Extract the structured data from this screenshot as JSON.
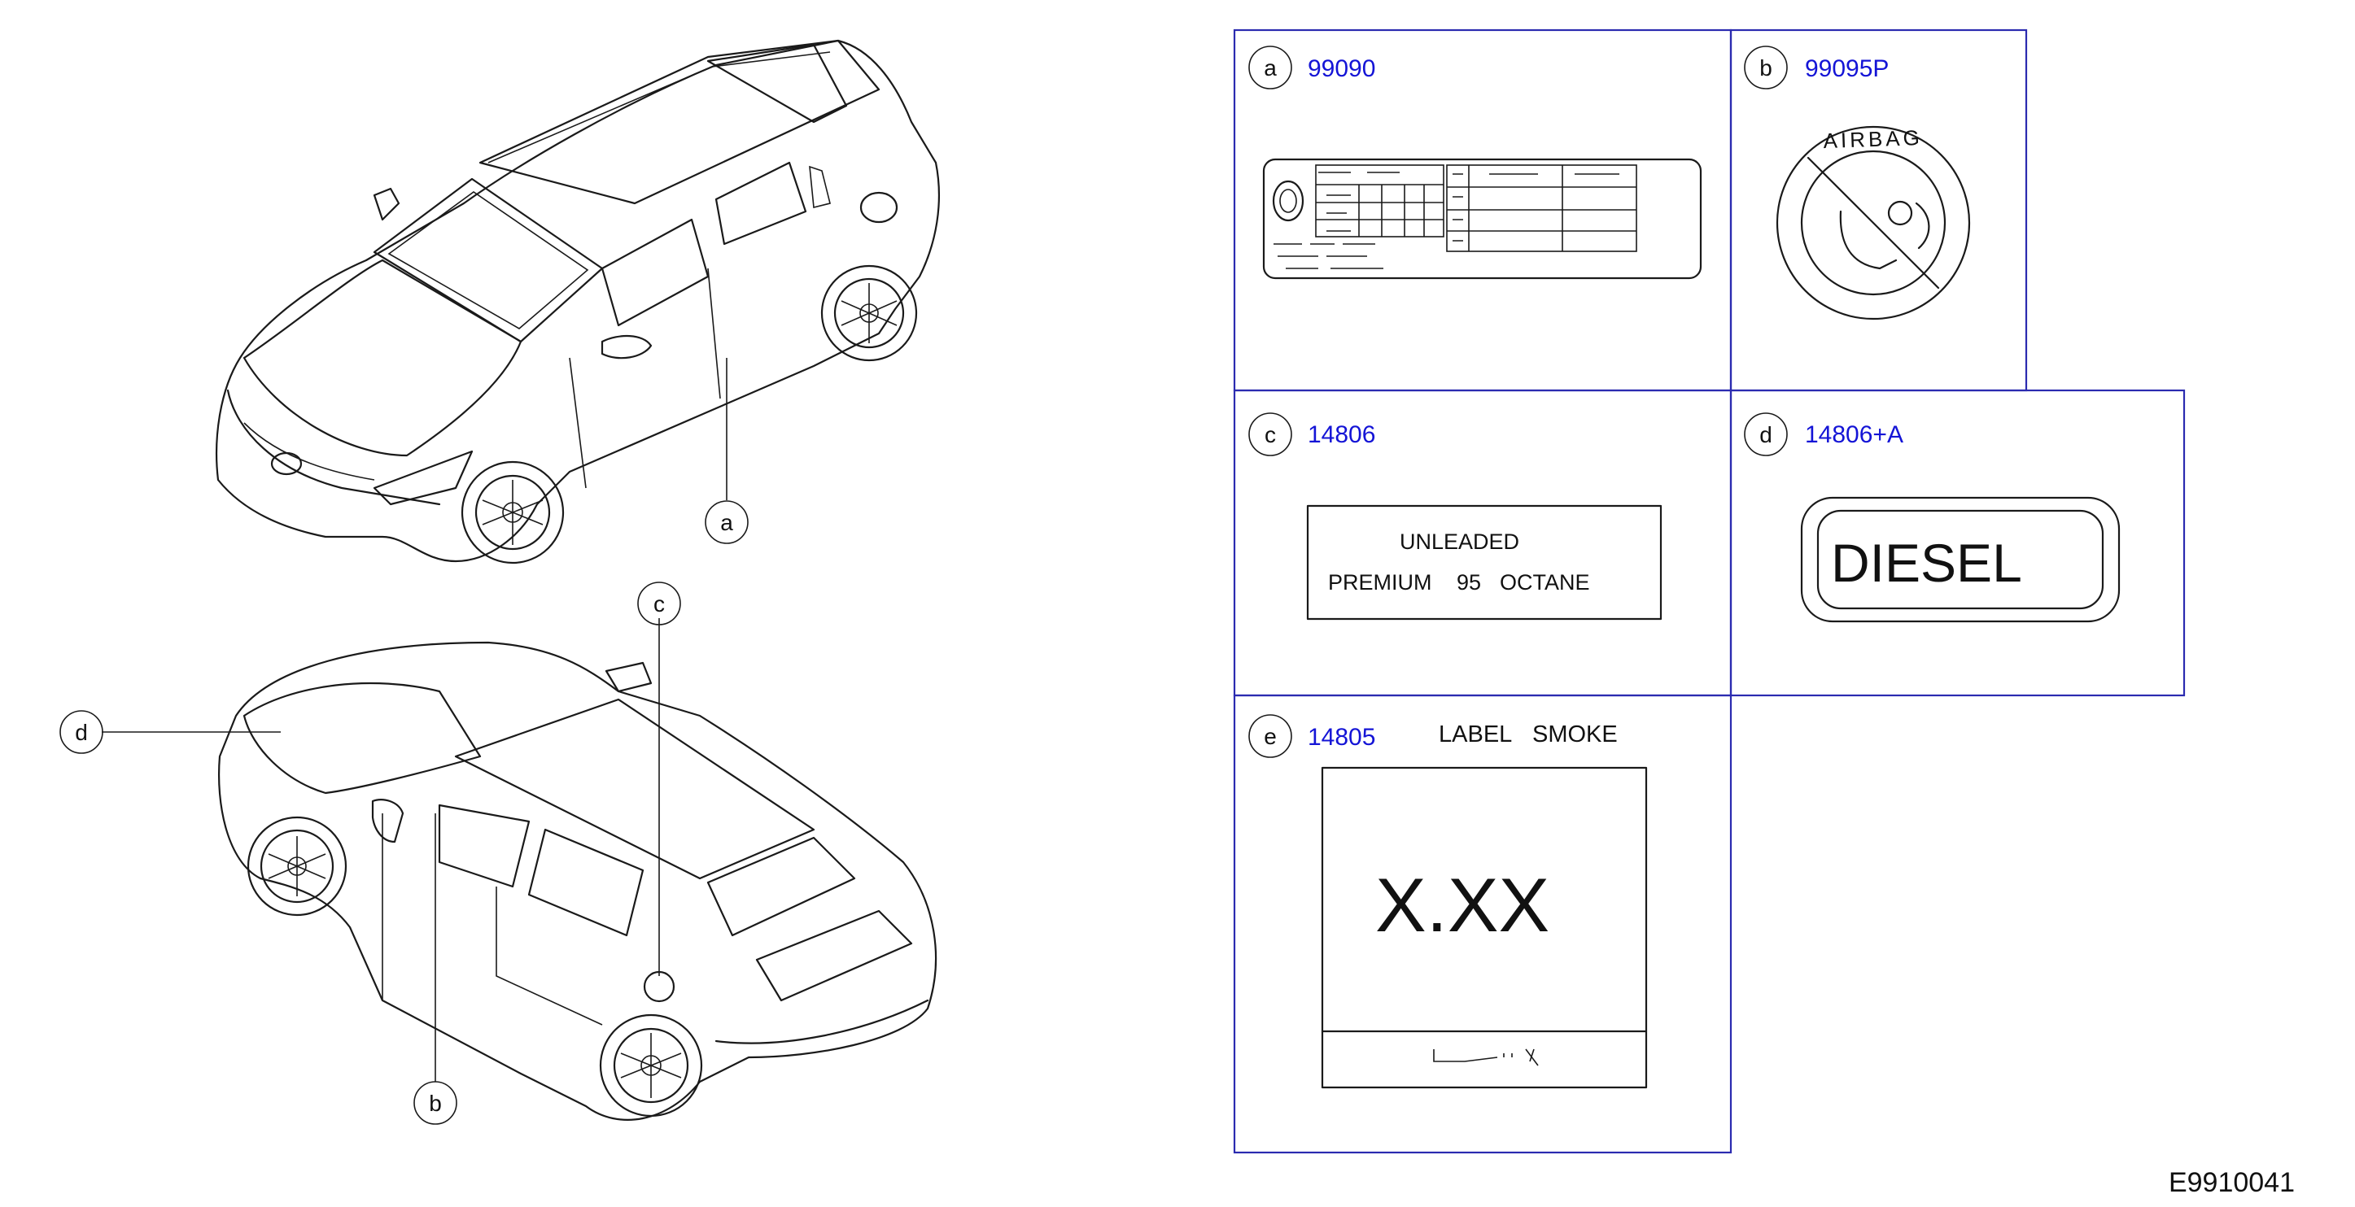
{
  "callouts": {
    "a": "a",
    "b": "b",
    "c": "c",
    "d": "d",
    "e": "e"
  },
  "parts": {
    "a": "99090",
    "b": "99095P",
    "c": "14806",
    "d": "14806+A",
    "e": "14805"
  },
  "labels": {
    "airbag_text": "AIRBAG",
    "fuel_line1": "UNLEADED",
    "fuel_line2_a": "PREMIUM",
    "fuel_line2_b": "95",
    "fuel_line2_c": "OCTANE",
    "diesel": "DIESEL",
    "smoke_title_a": "LABEL",
    "smoke_title_b": "SMOKE",
    "smoke_value": "X.XX"
  },
  "figure_id": "E9910041",
  "colors": {
    "part_number": "#1414d6",
    "panel_border": "#2b2bb0",
    "line_art": "#1a1a1a"
  }
}
